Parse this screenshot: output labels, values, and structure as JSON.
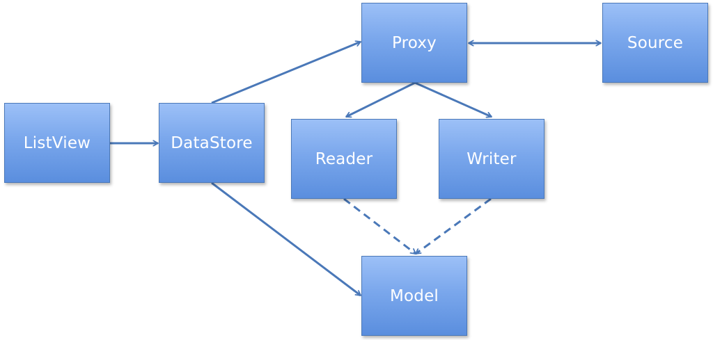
{
  "diagram": {
    "nodes": {
      "listview": "ListView",
      "datastore": "DataStore",
      "proxy": "Proxy",
      "source": "Source",
      "reader": "Reader",
      "writer": "Writer",
      "model": "Model"
    },
    "colors": {
      "box_top": "#9cc0f7",
      "box_bottom": "#5a8ede",
      "box_border": "#4a78b8",
      "edge": "#4a78b8",
      "label": "#ffffff"
    },
    "edges": [
      {
        "from": "ListView",
        "to": "DataStore",
        "style": "solid",
        "direction": "forward"
      },
      {
        "from": "DataStore",
        "to": "Proxy",
        "style": "solid",
        "direction": "forward"
      },
      {
        "from": "DataStore",
        "to": "Model",
        "style": "solid",
        "direction": "forward"
      },
      {
        "from": "Proxy",
        "to": "Source",
        "style": "solid",
        "direction": "both"
      },
      {
        "from": "Proxy",
        "to": "Reader",
        "style": "solid",
        "direction": "forward"
      },
      {
        "from": "Proxy",
        "to": "Writer",
        "style": "solid",
        "direction": "forward"
      },
      {
        "from": "Reader",
        "to": "Model",
        "style": "dashed",
        "direction": "forward"
      },
      {
        "from": "Writer",
        "to": "Model",
        "style": "dashed",
        "direction": "forward"
      }
    ]
  }
}
